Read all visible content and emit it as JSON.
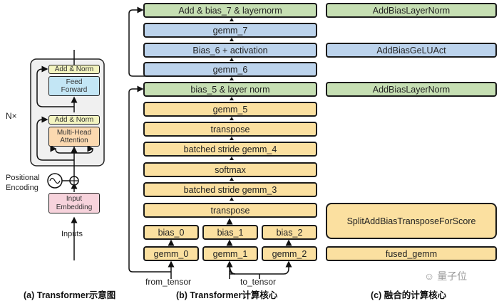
{
  "panel_a": {
    "caption": "(a) Transformer示意图",
    "repeat_label": "N×",
    "blocks": {
      "add_norm_top": "Add & Norm",
      "feed_forward": "Feed\nForward",
      "add_norm_bottom": "Add & Norm",
      "multi_head_attention": "Multi-Head\nAttention",
      "input_embedding": "Input\nEmbedding"
    },
    "positional_encoding": "Positional\nEncoding",
    "inputs": "Inputs"
  },
  "panel_b": {
    "caption": "(b) Transformer计算核心",
    "stack": [
      {
        "label": "Add & bias_7 & layernorm",
        "color": "green"
      },
      {
        "label": "gemm_7",
        "color": "blue"
      },
      {
        "label": "Bias_6 + activation",
        "color": "blue"
      },
      {
        "label": "gemm_6",
        "color": "blue"
      },
      {
        "label": "bias_5 & layer norm",
        "color": "green"
      },
      {
        "label": "gemm_5",
        "color": "yellow"
      },
      {
        "label": "transpose",
        "color": "yellow"
      },
      {
        "label": "batched stride gemm_4",
        "color": "yellow"
      },
      {
        "label": "softmax",
        "color": "yellow"
      },
      {
        "label": "batched stride gemm_3",
        "color": "yellow"
      },
      {
        "label": "transpose",
        "color": "yellow"
      }
    ],
    "bias": [
      "bias_0",
      "bias_1",
      "bias_2"
    ],
    "gemm": [
      "gemm_0",
      "gemm_1",
      "gemm_2"
    ],
    "from_tensor": "from_tensor",
    "to_tensor": "to_tensor"
  },
  "panel_c": {
    "caption": "(c) 融合的计算核心",
    "kernels": {
      "add_bias_layernorm_top": "AddBiasLayerNorm",
      "add_bias_gelu_act": "AddBiasGeLUAct",
      "add_bias_layernorm_mid": "AddBiasLayerNorm",
      "split_add_bias_transpose": "SplitAddBiasTransposeForScore",
      "fused_gemm": "fused_gemm"
    }
  },
  "watermark": "量子位",
  "colors": {
    "green": "#c6dfb3",
    "blue": "#bcd3ec",
    "yellow": "#fbe0a0",
    "add_norm": "#f3f4c0",
    "feed_forward": "#c3e6f5",
    "attention": "#fbd9b0",
    "embedding": "#f7d3dc"
  }
}
